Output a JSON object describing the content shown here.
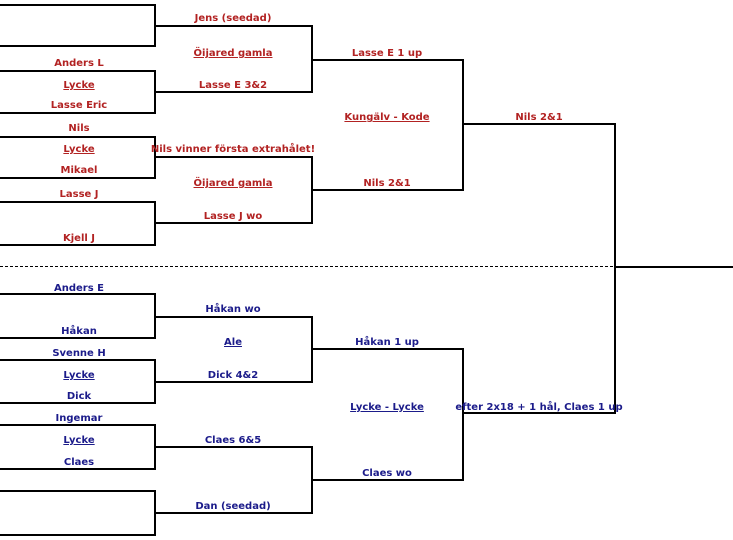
{
  "upper_half": {
    "round1": {
      "match2_top": "Anders L",
      "match2_venue": "Lycke",
      "match2_bottom": "Lasse Eric",
      "match3_top": "Nils",
      "match3_venue": "Lycke",
      "match3_bottom": "Mikael",
      "match4_top": "Lasse J",
      "match4_bottom": "Kjell J"
    },
    "round2": {
      "match1_result": "Jens (seedad)",
      "venue_1": "Öijared gamla",
      "match2_result": "Lasse E 3&2",
      "match3_result": "Nils vinner första extrahålet!",
      "venue_2": "Öijared gamla",
      "match4_result": "Lasse J wo"
    },
    "round3": {
      "match1_result": "Lasse E 1 up",
      "venue": "Kungälv - Kode",
      "match2_result": "Nils 2&1"
    },
    "semifinal_result": "Nils 2&1"
  },
  "lower_half": {
    "round1": {
      "match1_top": "Anders E",
      "match1_bottom": "Håkan",
      "match2_top": "Svenne H",
      "match2_venue": "Lycke",
      "match2_bottom": "Dick",
      "match3_top": "Ingemar",
      "match3_venue": "Lycke",
      "match3_bottom": "Claes"
    },
    "round2": {
      "match1_result": "Håkan wo",
      "venue_1": "Ale",
      "match2_result": "Dick 4&2",
      "match3_result": "Claes 6&5",
      "match4_result": "Dan (seedad)"
    },
    "round3": {
      "match1_result": "Håkan 1 up",
      "venue": "Lycke - Lycke",
      "match2_result": "Claes wo"
    },
    "semifinal_result": "efter 2x18 + 1 hål, Claes 1 up"
  },
  "colors": {
    "upper": "#b22222",
    "lower": "#1b1b8a",
    "lines": "#000000"
  }
}
